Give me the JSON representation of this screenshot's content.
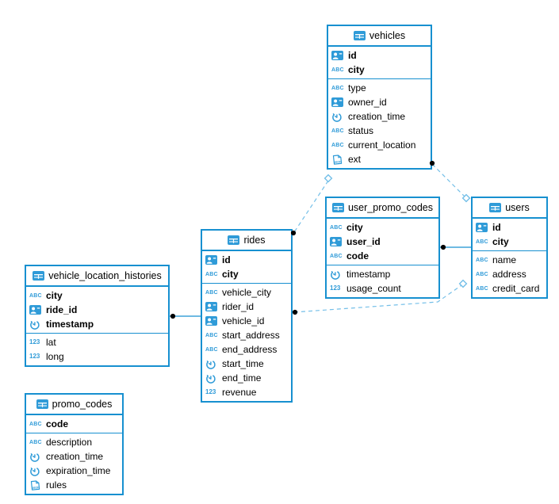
{
  "diagram": {
    "type": "entity-relationship-diagram",
    "colors": {
      "table_border": "#1790d0",
      "icon_blue": "#2f9bd8",
      "dashed_line": "#74bfe8",
      "solid_line": "#1790d0",
      "marker_dot": "#000000",
      "text": "#000000",
      "background": "#ffffff"
    },
    "tables": [
      {
        "name": "vehicles",
        "icon": "table-icon",
        "primary_keys": [
          {
            "icon": "id-badge-icon",
            "label": "id"
          },
          {
            "icon": "text-abc-icon",
            "label": "city"
          }
        ],
        "columns": [
          {
            "icon": "text-abc-icon",
            "label": "type"
          },
          {
            "icon": "id-badge-icon",
            "label": "owner_id"
          },
          {
            "icon": "clock-icon",
            "label": "creation_time"
          },
          {
            "icon": "text-abc-icon",
            "label": "status"
          },
          {
            "icon": "text-abc-icon",
            "label": "current_location"
          },
          {
            "icon": "json-doc-icon",
            "label": "ext"
          }
        ]
      },
      {
        "name": "user_promo_codes",
        "icon": "table-icon",
        "primary_keys": [
          {
            "icon": "text-abc-icon",
            "label": "city"
          },
          {
            "icon": "id-badge-icon",
            "label": "user_id"
          },
          {
            "icon": "text-abc-icon",
            "label": "code"
          }
        ],
        "columns": [
          {
            "icon": "clock-icon",
            "label": "timestamp"
          },
          {
            "icon": "number-123-icon",
            "label": "usage_count"
          }
        ]
      },
      {
        "name": "users",
        "icon": "table-icon",
        "primary_keys": [
          {
            "icon": "id-badge-icon",
            "label": "id"
          },
          {
            "icon": "text-abc-icon",
            "label": "city"
          }
        ],
        "columns": [
          {
            "icon": "text-abc-icon",
            "label": "name"
          },
          {
            "icon": "text-abc-icon",
            "label": "address"
          },
          {
            "icon": "text-abc-icon",
            "label": "credit_card"
          }
        ]
      },
      {
        "name": "rides",
        "icon": "table-icon",
        "primary_keys": [
          {
            "icon": "id-badge-icon",
            "label": "id"
          },
          {
            "icon": "text-abc-icon",
            "label": "city"
          }
        ],
        "columns": [
          {
            "icon": "text-abc-icon",
            "label": "vehicle_city"
          },
          {
            "icon": "id-badge-icon",
            "label": "rider_id"
          },
          {
            "icon": "id-badge-icon",
            "label": "vehicle_id"
          },
          {
            "icon": "text-abc-icon",
            "label": "start_address"
          },
          {
            "icon": "text-abc-icon",
            "label": "end_address"
          },
          {
            "icon": "clock-icon",
            "label": "start_time"
          },
          {
            "icon": "clock-icon",
            "label": "end_time"
          },
          {
            "icon": "number-123-icon",
            "label": "revenue"
          }
        ]
      },
      {
        "name": "vehicle_location_histories",
        "icon": "table-icon",
        "primary_keys": [
          {
            "icon": "text-abc-icon",
            "label": "city"
          },
          {
            "icon": "id-badge-icon",
            "label": "ride_id"
          },
          {
            "icon": "clock-icon",
            "label": "timestamp"
          }
        ],
        "columns": [
          {
            "icon": "number-123-icon",
            "label": "lat"
          },
          {
            "icon": "number-123-icon",
            "label": "long"
          }
        ]
      },
      {
        "name": "promo_codes",
        "icon": "table-icon",
        "primary_keys": [
          {
            "icon": "text-abc-icon",
            "label": "code"
          }
        ],
        "columns": [
          {
            "icon": "text-abc-icon",
            "label": "description"
          },
          {
            "icon": "clock-icon",
            "label": "creation_time"
          },
          {
            "icon": "clock-icon",
            "label": "expiration_time"
          },
          {
            "icon": "json-doc-icon",
            "label": "rules"
          }
        ]
      }
    ],
    "relations": [
      {
        "from": "vehicle_location_histories",
        "to": "rides",
        "line": "solid",
        "markers": [
          {
            "type": "dot",
            "at": "from"
          }
        ]
      },
      {
        "from": "user_promo_codes",
        "to": "users",
        "line": "solid",
        "markers": [
          {
            "type": "dot",
            "at": "from"
          }
        ]
      },
      {
        "from": "vehicles",
        "to": "rides",
        "line": "dashed",
        "markers": [
          {
            "type": "diamond",
            "at": "from"
          },
          {
            "type": "dot",
            "at": "to"
          }
        ]
      },
      {
        "from": "vehicles",
        "to": "users",
        "line": "dashed",
        "markers": [
          {
            "type": "dot",
            "at": "from"
          },
          {
            "type": "diamond",
            "at": "to"
          }
        ]
      },
      {
        "from": "rides",
        "to": "users",
        "line": "dashed",
        "markers": [
          {
            "type": "dot",
            "at": "from"
          },
          {
            "type": "diamond",
            "at": "to"
          }
        ]
      }
    ]
  }
}
